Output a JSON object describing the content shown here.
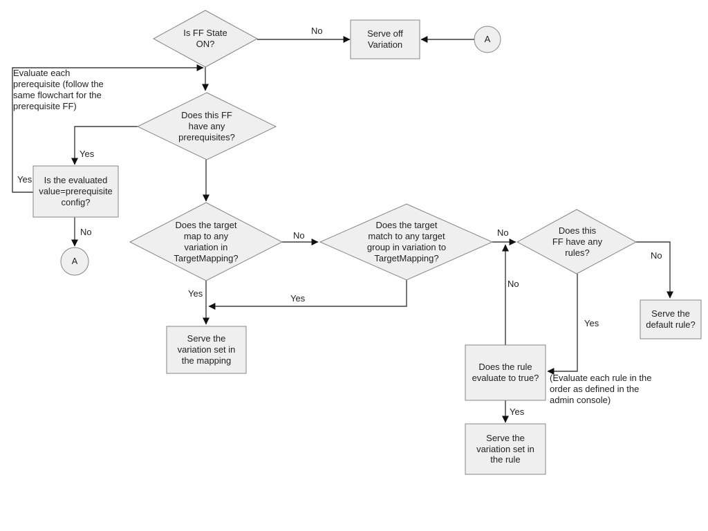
{
  "flowchart": {
    "nodes": {
      "is_ff_state_on": "Is FF State\nON?",
      "serve_off_variation": "Serve off\nVariation",
      "connector_a_top": "A",
      "has_prerequisites": "Does this FF\nhave any\nprerequisites?",
      "evaluated_value_config": "Is the evaluated\nvalue=prerequisite\nconfig?",
      "connector_a_left": "A",
      "target_maps_variation": "Does the target\nmap to any\nvariation in\nTargetMapping?",
      "target_matches_group": "Does the target\nmatch to any target\ngroup in variation to\nTargetMapping?",
      "has_rules": "Does this\nFF have any\nrules?",
      "serve_variation_mapping": "Serve the\nvariation set in\nthe mapping",
      "serve_default_rule": "Serve the\ndefault rule?",
      "rule_evaluates_true": "Does the rule\nevaluate to true?",
      "serve_variation_rule": "Serve the\nvariation set in\nthe rule"
    },
    "notes": {
      "prerequisite_note": "Evaluate each\nprerequisite (follow the\nsame flowchart for the\nprerequisite FF)",
      "rule_order_note": "(Evaluate each rule in the\norder as defined in the\nadmin console)"
    },
    "edge_labels": {
      "ff_state_no": "No",
      "prereq_loop_yes": "Yes",
      "has_prereq_yes": "Yes",
      "eval_config_no": "No",
      "target_map_no": "No",
      "target_match_no": "No",
      "target_map_yes": "Yes",
      "target_match_yes": "Yes",
      "has_rules_no": "No",
      "has_rules_yes": "Yes",
      "rule_eval_no": "No",
      "rule_eval_yes": "Yes"
    },
    "colors": {
      "node_fill": "#efefef",
      "node_border": "#858585",
      "connector": "#3d3d3d",
      "text": "#1f1f1f",
      "background": "#ffffff"
    }
  }
}
